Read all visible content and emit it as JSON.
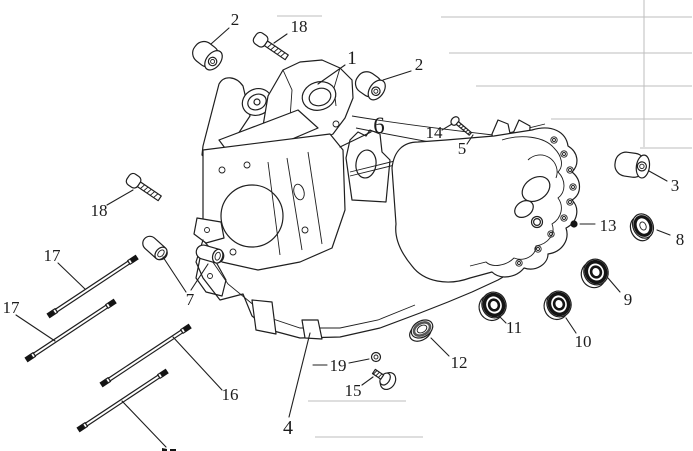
{
  "diagram": {
    "background_color": "#ffffff",
    "line_color": "#1f1f1f",
    "grid_line_color": "#bdbdbd",
    "callouts": [
      {
        "label": "2"
      },
      {
        "label": "18"
      },
      {
        "label": "1"
      },
      {
        "label": "2"
      },
      {
        "label": "6"
      },
      {
        "label": "14"
      },
      {
        "label": "5"
      },
      {
        "label": "3"
      },
      {
        "label": "13"
      },
      {
        "label": "8"
      },
      {
        "label": "9"
      },
      {
        "label": "10"
      },
      {
        "label": "11"
      },
      {
        "label": "12"
      },
      {
        "label": "4"
      },
      {
        "label": "19"
      },
      {
        "label": "15"
      },
      {
        "label": "16"
      },
      {
        "label": "17"
      },
      {
        "label": "17"
      },
      {
        "label": "18"
      },
      {
        "label": "7"
      }
    ]
  }
}
